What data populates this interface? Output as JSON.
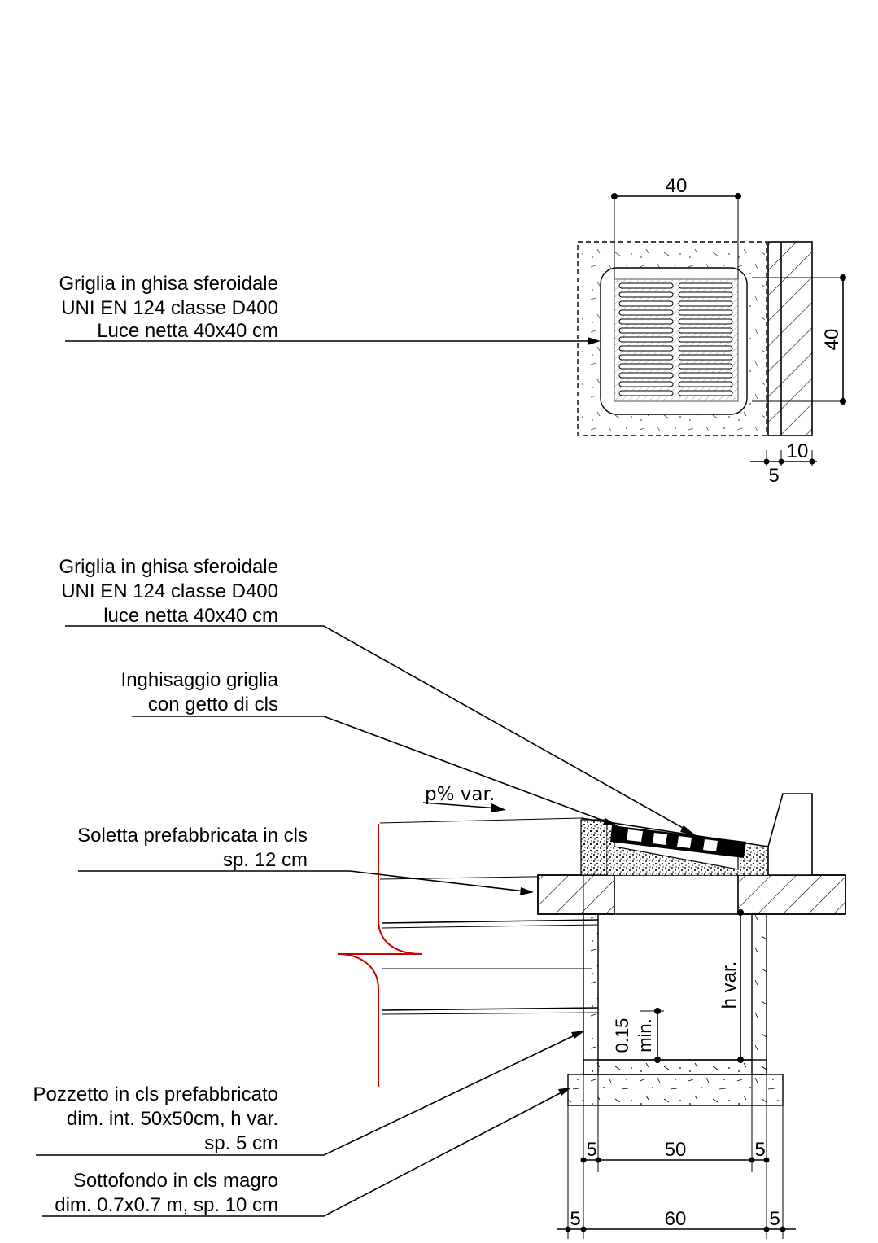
{
  "plan": {
    "label_grate": [
      "Griglia in ghisa sferoidale",
      "UNI EN 124 classe D400",
      "Luce netta 40x40 cm"
    ],
    "dim_width": "40",
    "dim_height": "40",
    "dim_wall": "10",
    "dim_gap": "5"
  },
  "section": {
    "label_grate": [
      "Griglia in ghisa sferoidale",
      "UNI EN 124 classe D400",
      "luce netta 40x40 cm"
    ],
    "label_grout": [
      "Inghisaggio griglia",
      "con getto di cls"
    ],
    "label_slab": [
      "Soletta prefabbricata in cls",
      "sp. 12 cm"
    ],
    "label_well": [
      "Pozzetto in cls prefabbricato",
      "dim. int. 50x50cm, h var.",
      "sp. 5 cm"
    ],
    "label_base": [
      "Sottofondo in cls magro",
      "dim. 0.7x0.7 m, sp. 10 cm"
    ],
    "slope": "p% var.",
    "h_var": "h var.",
    "min_a": "0.15",
    "min_b": "min.",
    "dim_inner": "50",
    "dim_outer": "60",
    "dim_l5a": "5",
    "dim_r5a": "5",
    "dim_l5b": "5",
    "dim_r5b": "5"
  }
}
